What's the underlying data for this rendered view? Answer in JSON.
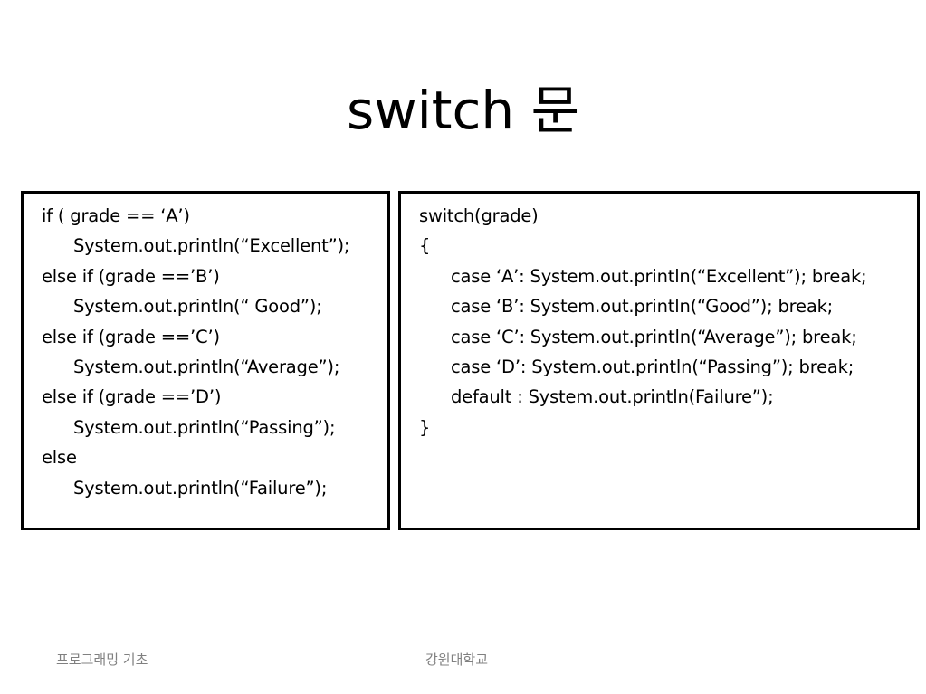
{
  "slide": {
    "title": "switch 문"
  },
  "if_else_block": {
    "lines": [
      {
        "text": "if ( grade == ‘A’)",
        "indent": false
      },
      {
        "text": "System.out.println(“Excellent”);",
        "indent": true
      },
      {
        "text": "else if (grade ==’B’)",
        "indent": false
      },
      {
        "text": "System.out.println(“ Good”);",
        "indent": true
      },
      {
        "text": "else if (grade ==’C’)",
        "indent": false
      },
      {
        "text": "System.out.println(“Average”);",
        "indent": true
      },
      {
        "text": "else if (grade ==’D’)",
        "indent": false
      },
      {
        "text": "System.out.println(“Passing”);",
        "indent": true
      },
      {
        "text": "else",
        "indent": false
      },
      {
        "text": "System.out.println(“Failure”);",
        "indent": true
      }
    ]
  },
  "switch_block": {
    "lines": [
      {
        "text": "switch(grade)",
        "indent": false
      },
      {
        "text": "{",
        "indent": false
      },
      {
        "text": "case ‘A’: System.out.println(“Excellent”); break;",
        "indent": true
      },
      {
        "text": "case ‘B’: System.out.println(“Good”); break;",
        "indent": true
      },
      {
        "text": "case ‘C’: System.out.println(“Average”); break;",
        "indent": true
      },
      {
        "text": "case ‘D’: System.out.println(“Passing”); break;",
        "indent": true
      },
      {
        "text": "default : System.out.println(Failure”);",
        "indent": true
      },
      {
        "text": "}",
        "indent": false
      }
    ]
  },
  "footer": {
    "course": "프로그래밍 기초",
    "school": "강원대학교"
  }
}
